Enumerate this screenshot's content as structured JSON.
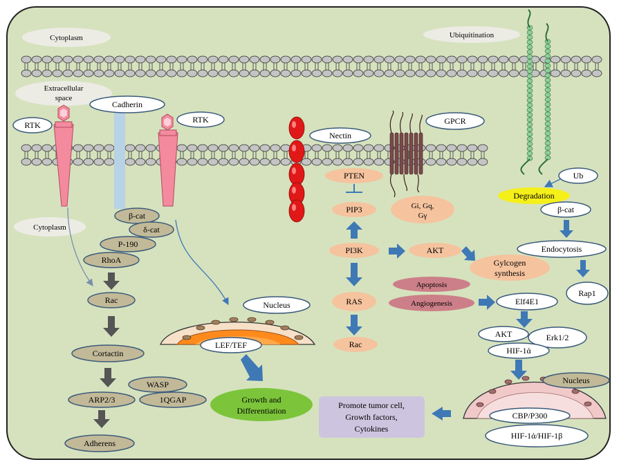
{
  "colors": {
    "background": "#d6e2be",
    "membrane_head": "#c4c4c4",
    "rtk": "#f48a9e",
    "cadherin_bar": "#b8d2e6",
    "nectin": "#e01818",
    "gpcr": "#7a4a4a",
    "orange_node": "#f5c39e",
    "olive_node": "#c2b998",
    "mauve_node": "#cc7f88",
    "degradation": "#f5ef1a",
    "growth": "#7cc53a",
    "promote": "#cdc5df",
    "arrow_blue": "#3e78b5",
    "arrow_dark": "#555555",
    "nucleus_left": "#ff8a1c",
    "nucleus_right": "#f1c9c9"
  },
  "labels": {
    "cytoplasm_top": "Cytoplasm",
    "ubiquitination": "Ubiquitination",
    "extracellular": "Extracellular space",
    "cadherin": "Cadherin",
    "rtk_left": "RTK",
    "rtk_right": "RTK",
    "cytoplasm_mid": "Cytoplasm",
    "nectin": "Nectin",
    "gpcr": "GPCR",
    "ub": "Ub",
    "degradation": "Degradation",
    "beta_cat_right": "β-cat",
    "endocytosis": "Endocytosis",
    "rap1": "Rap1",
    "beta_cat_left": "β-cat",
    "delta_cat": "δ-cat",
    "p190": "P-190",
    "rhoa": "RhoA",
    "rac_left": "Rac",
    "cortactin": "Cortactin",
    "wasp": "WASP",
    "arp23": "ARP2/3",
    "iqgap": "1QGAP",
    "adherens": "Adherens",
    "nucleus_left": "Nucleus",
    "lef_tef": "LEF/TEF",
    "growth_line1": "Growth and",
    "growth_line2": "Differentiation",
    "pten": "PTEN",
    "pip3": "PIP3",
    "gi_line1": "Gi, Gq,",
    "gi_line2": "Gγ",
    "pi3k": "PI3K",
    "akt_mid": "AKT",
    "glycogen_line1": "Gylcogen",
    "glycogen_line2": "synthesis",
    "apoptosis": "Apoptosis",
    "angiogenesis": "Angiogenesis",
    "elf4e1": "Elf4E1",
    "ras": "RAS",
    "rac_mid": "Rac",
    "akt_right": "AKT",
    "erk": "Erk1/2",
    "hif1a": "HIF-1ά",
    "nucleus_right": "Nucleus",
    "cbp": "CBP/P300",
    "hif_complex": "HIF-1ά/HIF-1β",
    "promote_line1": "Promote tumor cell,",
    "promote_line2": "Growth factors,",
    "promote_line3": "Cytokines"
  }
}
